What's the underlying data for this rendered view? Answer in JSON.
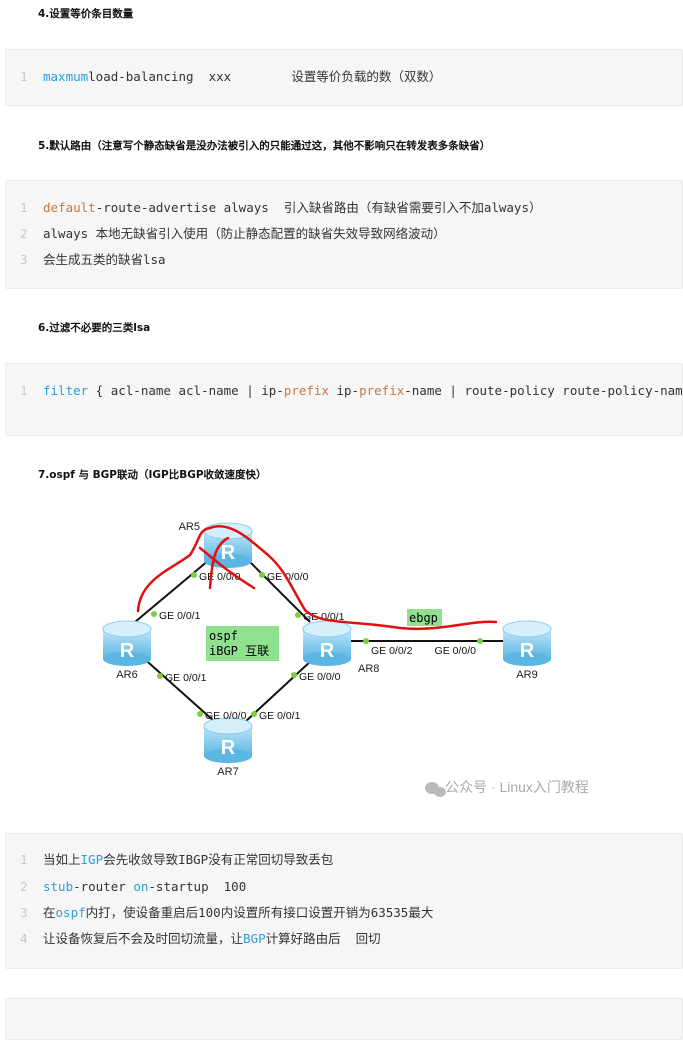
{
  "sections": [
    {
      "heading": "4.设置等价条目数量",
      "lines": [
        [
          "1",
          [
            [
              "kw",
              "maxmum"
            ],
            [
              "",
              "load-balancing  xxx        设置等价负载的数（双数）"
            ]
          ]
        ]
      ]
    },
    {
      "heading": "5.默认路由（注意写个静态缺省是没办法被引入的只能通过这，其他不影响只在转发表多条缺省）",
      "lines": [
        [
          "1",
          [
            [
              "or",
              "default"
            ],
            [
              "",
              "-route-advertise always  引入缺省路由（有缺省需要引入不加always）"
            ]
          ]
        ],
        [
          "2",
          [
            [
              "",
              "always 本地无缺省引入使用（防止静态配置的缺省失效导致网络波动）"
            ]
          ]
        ],
        [
          "3",
          [
            [
              "",
              "会生成五类的缺省lsa"
            ]
          ]
        ]
      ]
    },
    {
      "heading": "6.过滤不必要的三类lsa",
      "lines": [
        [
          "1",
          [
            [
              "kw",
              "filter"
            ],
            [
              "",
              " { acl-name acl-name | ip-"
            ],
            [
              "or",
              "prefix"
            ],
            [
              "",
              " ip-"
            ],
            [
              "or",
              "prefix"
            ],
            [
              "",
              "-name | route-policy route-policy-name }"
            ]
          ]
        ]
      ]
    },
    {
      "heading": "7.ospf 与  BGP联动（IGP比BGP收敛速度快）",
      "lines": []
    },
    {
      "heading": "",
      "lines": [
        [
          "1",
          [
            [
              "",
              "当如上"
            ],
            [
              "kw",
              "IGP"
            ],
            [
              "",
              "会先收敛导致IBGP没有正常回切导致丢包"
            ]
          ]
        ],
        [
          "2",
          [
            [
              "kw",
              "stub"
            ],
            [
              "",
              "-router "
            ],
            [
              "kw",
              "on"
            ],
            [
              "",
              "-startup  100"
            ]
          ]
        ],
        [
          "3",
          [
            [
              "",
              "在"
            ],
            [
              "kw",
              "ospf"
            ],
            [
              "",
              "内打，使设备重启后100内设置所有接口设置开销为63535最大"
            ]
          ]
        ],
        [
          "4",
          [
            [
              "",
              "让设备恢复后不会及时回切流量，让"
            ],
            [
              "kw",
              "BGP"
            ],
            [
              "",
              "计算好路由后  回切"
            ]
          ]
        ]
      ]
    }
  ],
  "diagram": {
    "routers": [
      "AR5",
      "AR6",
      "AR8",
      "AR7",
      "AR9"
    ],
    "ports": [
      "GE 0/0/0",
      "GE 0/0/1",
      "GE 0/0/0",
      "GE 0/0/1",
      "GE 0/0/1",
      "GE 0/0/0",
      "GE 0/0/0",
      "GE 0/0/1",
      "GE 0/0/2",
      "GE 0/0/0"
    ],
    "box1_line1": "ospf",
    "box1_line2": "iBGP  互联",
    "box2": "ebgp",
    "watermark": "公众号 · Linux入门教程",
    "colors": {
      "router": "#7cc8ec",
      "label_box": "#8fe08f",
      "annotation": "#e01010",
      "port_dot": "#7ccf3c"
    }
  }
}
